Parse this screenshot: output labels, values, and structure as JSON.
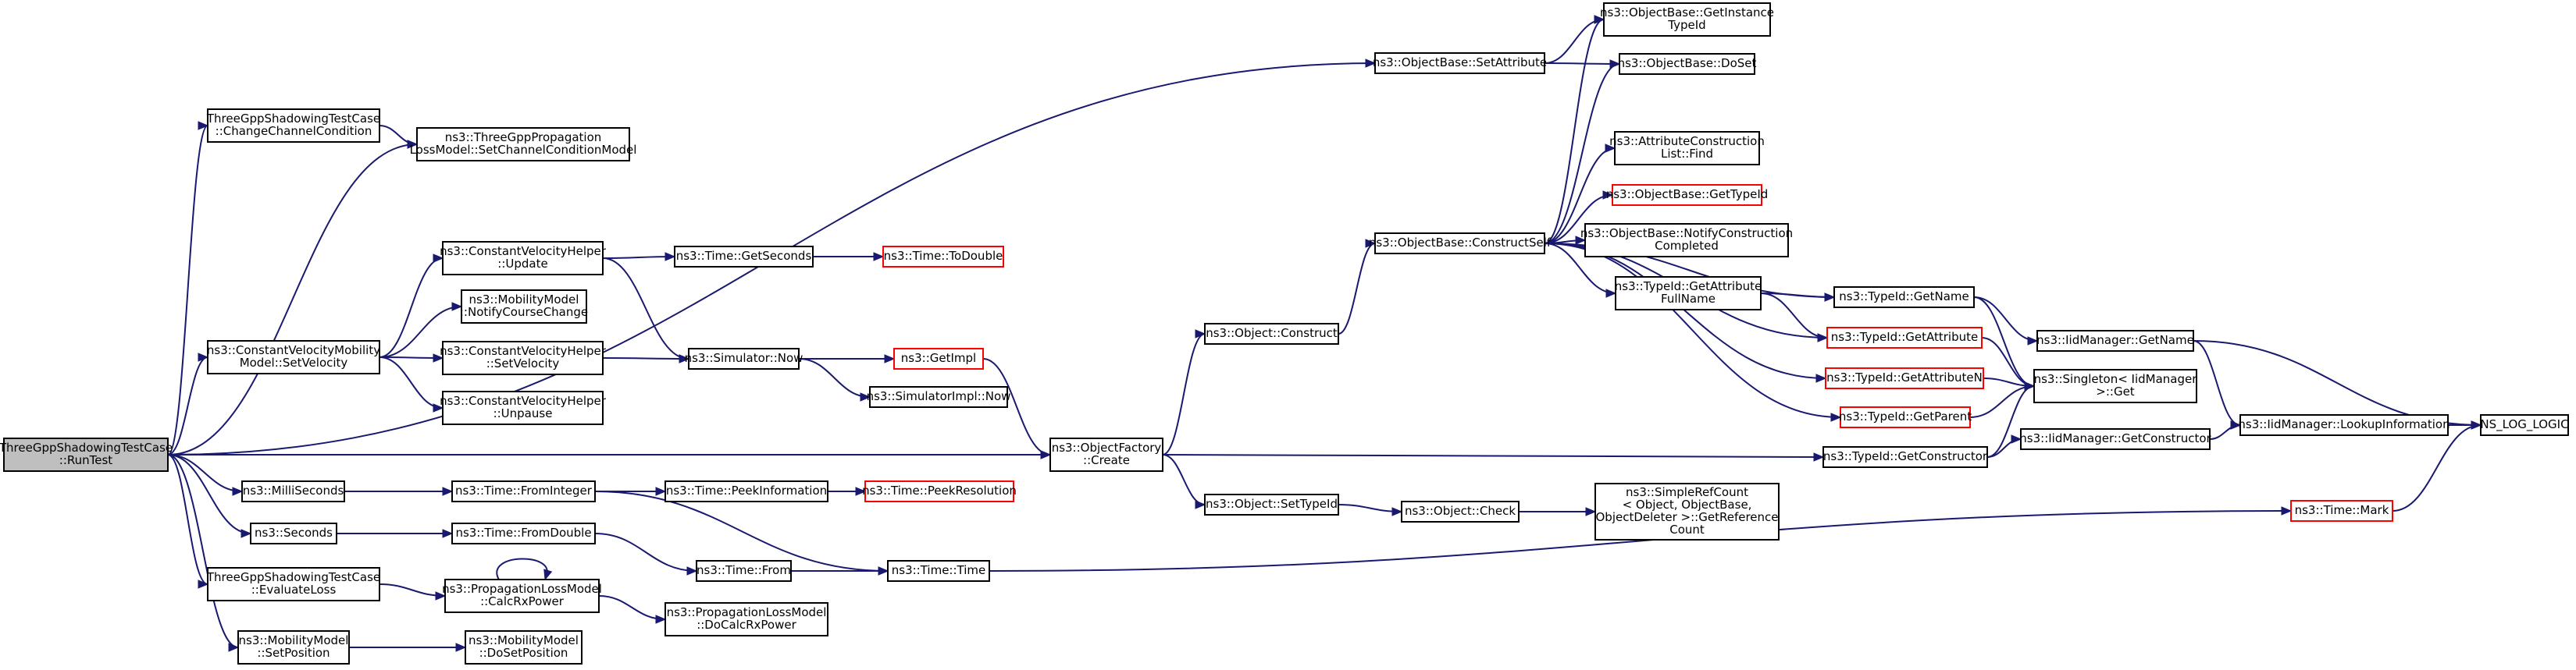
{
  "graph": {
    "nodes": [
      {
        "id": "root",
        "lines": [
          "ThreeGppShadowingTestCase",
          "::RunTest"
        ],
        "style": "root"
      },
      {
        "id": "ccc",
        "lines": [
          "ThreeGppShadowingTestCase",
          "::ChangeChannelCondition"
        ]
      },
      {
        "id": "sccm",
        "lines": [
          "ns3::ThreeGppPropagation",
          "LossModel::SetChannelConditionModel"
        ]
      },
      {
        "id": "cvm_sv",
        "lines": [
          "ns3::ConstantVelocityMobility",
          "Model::SetVelocity"
        ]
      },
      {
        "id": "cvh_upd",
        "lines": [
          "ns3::ConstantVelocityHelper",
          "::Update"
        ]
      },
      {
        "id": "mm_ncc",
        "lines": [
          "ns3::MobilityModel",
          "::NotifyCourseChange"
        ]
      },
      {
        "id": "cvh_sv",
        "lines": [
          "ns3::ConstantVelocityHelper",
          "::SetVelocity"
        ]
      },
      {
        "id": "cvh_unp",
        "lines": [
          "ns3::ConstantVelocityHelper",
          "::Unpause"
        ]
      },
      {
        "id": "ms",
        "lines": [
          "ns3::MilliSeconds"
        ]
      },
      {
        "id": "sec",
        "lines": [
          "ns3::Seconds"
        ]
      },
      {
        "id": "evl",
        "lines": [
          "ThreeGppShadowingTestCase",
          "::EvaluateLoss"
        ]
      },
      {
        "id": "mm_sp",
        "lines": [
          "ns3::MobilityModel",
          "::SetPosition"
        ]
      },
      {
        "id": "mm_dsp",
        "lines": [
          "ns3::MobilityModel",
          "::DoSetPosition"
        ]
      },
      {
        "id": "t_gs",
        "lines": [
          "ns3::Time::GetSeconds"
        ]
      },
      {
        "id": "t_td",
        "lines": [
          "ns3::Time::ToDouble"
        ],
        "style": "red"
      },
      {
        "id": "sim_now",
        "lines": [
          "ns3::Simulator::Now"
        ]
      },
      {
        "id": "getimpl",
        "lines": [
          "ns3::GetImpl"
        ],
        "style": "red"
      },
      {
        "id": "simimpl_now",
        "lines": [
          "ns3::SimulatorImpl::Now"
        ]
      },
      {
        "id": "t_fi",
        "lines": [
          "ns3::Time::FromInteger"
        ]
      },
      {
        "id": "t_pi",
        "lines": [
          "ns3::Time::PeekInformation"
        ]
      },
      {
        "id": "t_pr",
        "lines": [
          "ns3::Time::PeekResolution"
        ],
        "style": "red"
      },
      {
        "id": "t_fd",
        "lines": [
          "ns3::Time::FromDouble"
        ]
      },
      {
        "id": "t_from",
        "lines": [
          "ns3::Time::From"
        ]
      },
      {
        "id": "t_time",
        "lines": [
          "ns3::Time::Time"
        ]
      },
      {
        "id": "plm_crx",
        "lines": [
          "ns3::PropagationLossModel",
          "::CalcRxPower"
        ]
      },
      {
        "id": "plm_dcrx",
        "lines": [
          "ns3::PropagationLossModel",
          "::DoCalcRxPower"
        ]
      },
      {
        "id": "of_create",
        "lines": [
          "ns3::ObjectFactory",
          "::Create"
        ]
      },
      {
        "id": "ob_setattr",
        "lines": [
          "ns3::ObjectBase::SetAttribute"
        ]
      },
      {
        "id": "obj_construct",
        "lines": [
          "ns3::Object::Construct"
        ]
      },
      {
        "id": "obj_settid",
        "lines": [
          "ns3::Object::SetTypeId"
        ]
      },
      {
        "id": "ob_cself",
        "lines": [
          "ns3::ObjectBase::ConstructSelf"
        ]
      },
      {
        "id": "obj_check",
        "lines": [
          "ns3::Object::Check"
        ]
      },
      {
        "id": "src_getref",
        "lines": [
          "ns3::SimpleRefCount",
          "< Object, ObjectBase,",
          " ObjectDeleter >::GetReference",
          "Count"
        ]
      },
      {
        "id": "ob_getitid",
        "lines": [
          "ns3::ObjectBase::GetInstance",
          "TypeId"
        ]
      },
      {
        "id": "ob_doset",
        "lines": [
          "ns3::ObjectBase::DoSet"
        ]
      },
      {
        "id": "acl_find",
        "lines": [
          "ns3::AttributeConstruction",
          "List::Find"
        ]
      },
      {
        "id": "ob_gettid",
        "lines": [
          "ns3::ObjectBase::GetTypeId"
        ],
        "style": "red"
      },
      {
        "id": "ob_ncc",
        "lines": [
          "ns3::ObjectBase::NotifyConstruction",
          "Completed"
        ]
      },
      {
        "id": "tid_gafn",
        "lines": [
          "ns3::TypeId::GetAttribute",
          "FullName"
        ]
      },
      {
        "id": "tid_getname",
        "lines": [
          "ns3::TypeId::GetName"
        ]
      },
      {
        "id": "tid_getattr",
        "lines": [
          "ns3::TypeId::GetAttribute"
        ],
        "style": "red"
      },
      {
        "id": "tid_getattrn",
        "lines": [
          "ns3::TypeId::GetAttributeN"
        ],
        "style": "red"
      },
      {
        "id": "tid_getparent",
        "lines": [
          "ns3::TypeId::GetParent"
        ],
        "style": "red"
      },
      {
        "id": "tid_getctor",
        "lines": [
          "ns3::TypeId::GetConstructor"
        ]
      },
      {
        "id": "iid_getname",
        "lines": [
          "ns3::IidManager::GetName"
        ]
      },
      {
        "id": "singleton_get",
        "lines": [
          "ns3::Singleton< IidManager",
          " >::Get"
        ]
      },
      {
        "id": "iid_getctor",
        "lines": [
          "ns3::IidManager::GetConstructor"
        ]
      },
      {
        "id": "iid_lookup",
        "lines": [
          "ns3::IidManager::LookupInformation"
        ]
      },
      {
        "id": "ns_log",
        "lines": [
          "NS_LOG_LOGIC"
        ]
      },
      {
        "id": "t_mark",
        "lines": [
          "ns3::Time::Mark"
        ],
        "style": "red"
      }
    ],
    "edges": [
      [
        "root",
        "ccc"
      ],
      [
        "root",
        "sccm"
      ],
      [
        "root",
        "ob_setattr"
      ],
      [
        "root",
        "cvm_sv"
      ],
      [
        "root",
        "of_create"
      ],
      [
        "root",
        "ms"
      ],
      [
        "root",
        "sec"
      ],
      [
        "root",
        "evl"
      ],
      [
        "root",
        "mm_sp"
      ],
      [
        "ccc",
        "sccm"
      ],
      [
        "cvm_sv",
        "cvh_upd"
      ],
      [
        "cvm_sv",
        "mm_ncc"
      ],
      [
        "cvm_sv",
        "cvh_sv"
      ],
      [
        "cvm_sv",
        "cvh_unp"
      ],
      [
        "cvh_upd",
        "t_gs"
      ],
      [
        "cvh_upd",
        "sim_now"
      ],
      [
        "t_gs",
        "t_td"
      ],
      [
        "cvh_sv",
        "sim_now"
      ],
      [
        "sim_now",
        "getimpl"
      ],
      [
        "sim_now",
        "simimpl_now"
      ],
      [
        "getimpl",
        "of_create"
      ],
      [
        "ms",
        "t_fi"
      ],
      [
        "t_fi",
        "t_pi"
      ],
      [
        "t_fi",
        "t_time"
      ],
      [
        "t_pi",
        "t_pr"
      ],
      [
        "sec",
        "t_fd"
      ],
      [
        "t_fd",
        "t_from"
      ],
      [
        "t_from",
        "t_time"
      ],
      [
        "t_time",
        "t_mark"
      ],
      [
        "evl",
        "plm_crx"
      ],
      [
        "plm_crx",
        "plm_crx"
      ],
      [
        "plm_crx",
        "plm_dcrx"
      ],
      [
        "mm_sp",
        "mm_dsp"
      ],
      [
        "of_create",
        "obj_construct"
      ],
      [
        "of_create",
        "obj_settid"
      ],
      [
        "of_create",
        "tid_getctor"
      ],
      [
        "obj_construct",
        "ob_cself"
      ],
      [
        "obj_settid",
        "obj_check"
      ],
      [
        "obj_check",
        "src_getref"
      ],
      [
        "ob_setattr",
        "ob_getitid"
      ],
      [
        "ob_setattr",
        "ob_doset"
      ],
      [
        "ob_cself",
        "ob_getitid"
      ],
      [
        "ob_cself",
        "ob_doset"
      ],
      [
        "ob_cself",
        "tid_getname"
      ],
      [
        "ob_cself",
        "acl_find"
      ],
      [
        "ob_cself",
        "ob_gettid"
      ],
      [
        "ob_cself",
        "ob_ncc"
      ],
      [
        "ob_cself",
        "tid_gafn"
      ],
      [
        "ob_cself",
        "tid_getattr"
      ],
      [
        "ob_cself",
        "tid_getattrn"
      ],
      [
        "ob_cself",
        "tid_getparent"
      ],
      [
        "tid_gafn",
        "tid_getname"
      ],
      [
        "tid_gafn",
        "tid_getattr"
      ],
      [
        "tid_getname",
        "iid_getname"
      ],
      [
        "tid_getname",
        "singleton_get"
      ],
      [
        "tid_getattr",
        "singleton_get"
      ],
      [
        "tid_getattrn",
        "singleton_get"
      ],
      [
        "tid_getparent",
        "singleton_get"
      ],
      [
        "tid_getctor",
        "singleton_get"
      ],
      [
        "tid_getctor",
        "iid_getctor"
      ],
      [
        "iid_getname",
        "iid_lookup"
      ],
      [
        "iid_getname",
        "ns_log"
      ],
      [
        "iid_getctor",
        "iid_lookup"
      ],
      [
        "iid_lookup",
        "ns_log"
      ],
      [
        "t_mark",
        "ns_log"
      ]
    ]
  }
}
